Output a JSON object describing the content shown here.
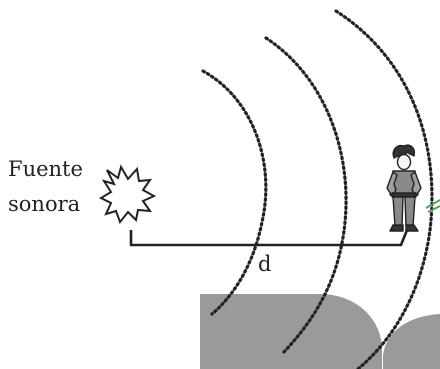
{
  "source": {
    "label_line1": "Fuente",
    "label_line2": "sonora"
  },
  "distance_label": "d",
  "wavefront_count": 3,
  "colors": {
    "ink": "#222222",
    "watermark": "#9a9a9a",
    "grass": "#5aa05a",
    "background": "#ffffff"
  },
  "icons": [
    "explosion-icon",
    "person-icon"
  ]
}
